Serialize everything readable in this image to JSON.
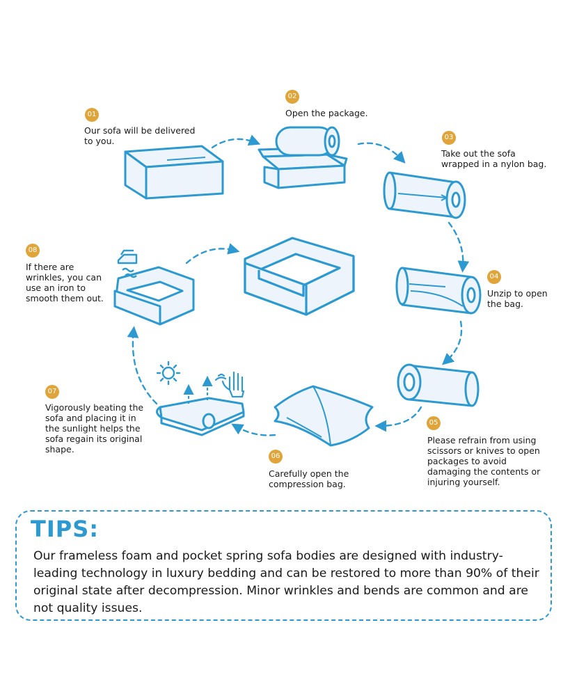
{
  "steps": [
    {
      "num": "01",
      "text": "Our sofa will be delivered\nto you."
    },
    {
      "num": "02",
      "text": "Open the package."
    },
    {
      "num": "03",
      "text": "Take out the sofa\nwrapped in a nylon bag."
    },
    {
      "num": "04",
      "text": "Unzip to open\nthe bag."
    },
    {
      "num": "05",
      "text": "Please refrain from using\nscissors or knives to open\npackages to avoid\ndamaging the contents or\ninjuring yourself."
    },
    {
      "num": "06",
      "text": "Carefully open the\ncompression bag."
    },
    {
      "num": "07",
      "text": "Vigorously beating the\nsofa and placing it in\nthe sunlight helps the\nsofa regain its original\nshape."
    },
    {
      "num": "08",
      "text": "If there are\nwrinkles, you can\nuse an iron to\nsmooth them out."
    }
  ],
  "tips": {
    "title": "TIPS:",
    "body": "Our frameless foam and pocket spring sofa bodies are designed with industry-leading technology in luxury bedding and can be restored to more than 90% of their original state after decompression. Minor wrinkles and bends are common and are not quality issues."
  },
  "colors": {
    "accent": "#2c9ad1",
    "badge": "#e0a53a",
    "fill": "#eef4fb"
  }
}
